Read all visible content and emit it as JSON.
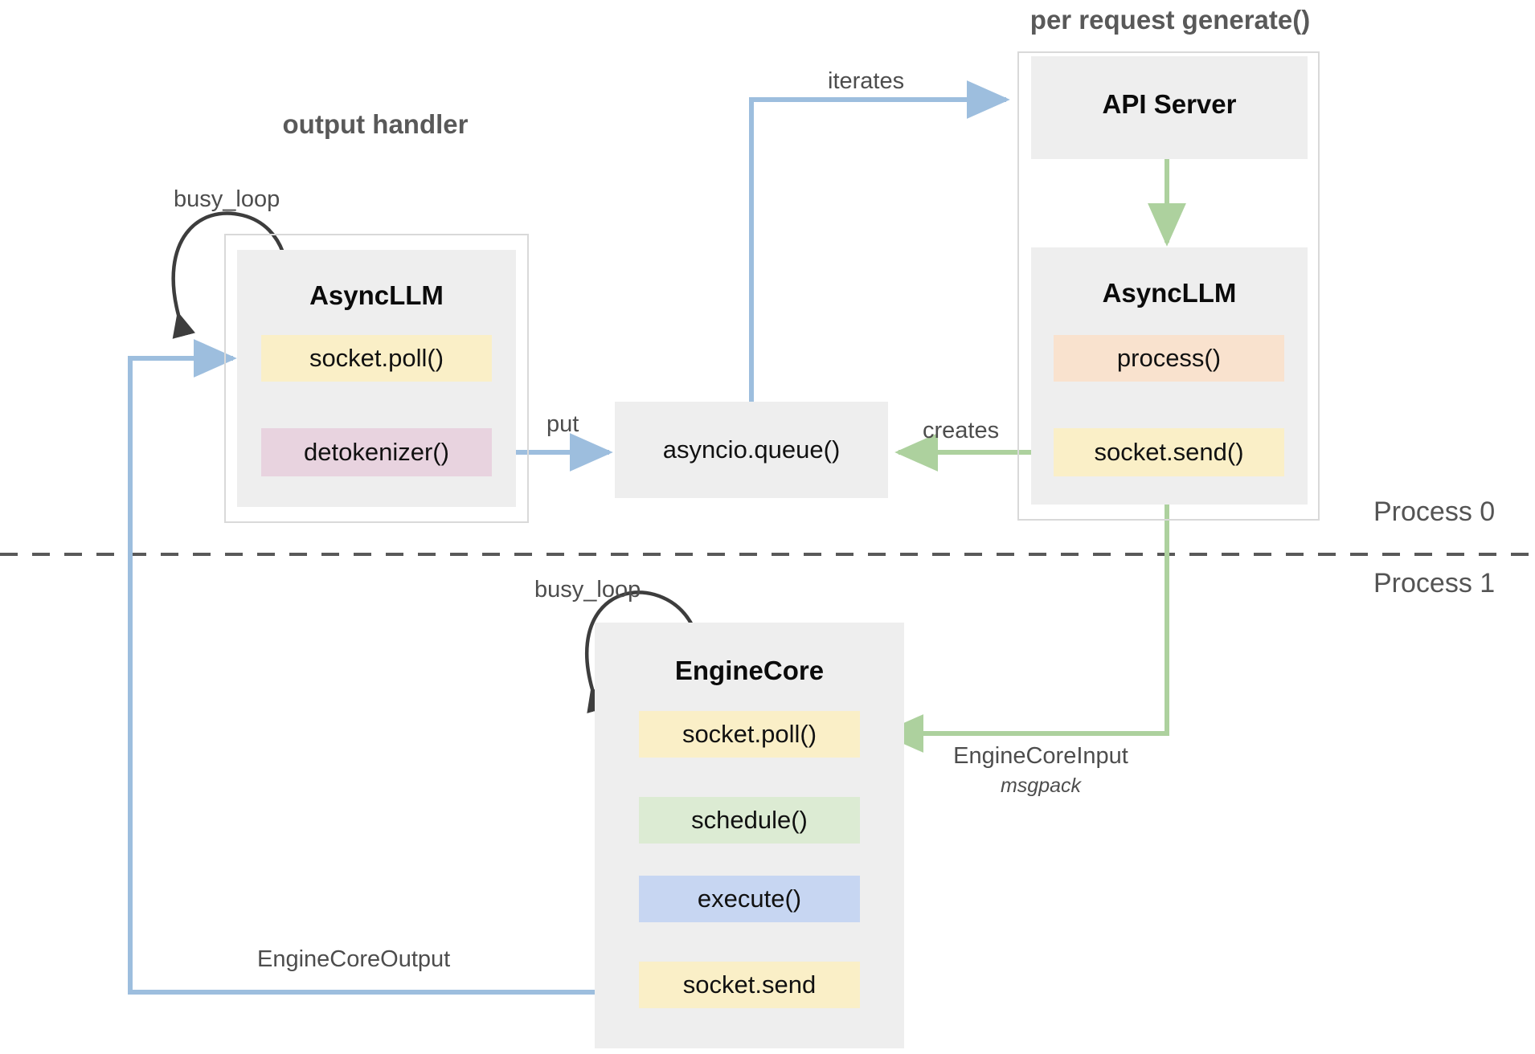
{
  "diagram": {
    "title_left": "output handler",
    "title_right": "per request generate()",
    "process_top": "Process 0",
    "process_bottom": "Process 1"
  },
  "colors": {
    "blue_arrow": "#9DBEDE",
    "green_arrow": "#ADD19E",
    "dark_arrow": "#3D3D3D",
    "box_gray": "#EEEEEE",
    "frame_border": "#D9D9D9",
    "chip_yellow": "#FAEFC7",
    "chip_pink": "#E8D3DF",
    "chip_peach": "#F9E2CE",
    "chip_green": "#DCEBD3",
    "chip_blue": "#C7D6F2",
    "title_gray": "#595959",
    "divider": "#595959"
  },
  "output_handler": {
    "component_title": "AsyncLLM",
    "chips": [
      {
        "label": "socket.poll()",
        "color": "chip_yellow"
      },
      {
        "label": "detokenizer()",
        "color": "chip_pink"
      }
    ],
    "loop_label": "busy_loop"
  },
  "queue": {
    "label": "asyncio.queue()"
  },
  "api_group": {
    "server_title": "API Server",
    "component_title": "AsyncLLM",
    "chips": [
      {
        "label": "process()",
        "color": "chip_peach"
      },
      {
        "label": "socket.send()",
        "color": "chip_yellow"
      }
    ]
  },
  "engine_core": {
    "component_title": "EngineCore",
    "loop_label": "busy_loop",
    "chips": [
      {
        "label": "socket.poll()",
        "color": "chip_yellow"
      },
      {
        "label": "schedule()",
        "color": "chip_green"
      },
      {
        "label": "execute()",
        "color": "chip_blue"
      },
      {
        "label": "socket.send",
        "color": "chip_yellow"
      }
    ]
  },
  "edges": [
    {
      "id": "iterates",
      "label": "iterates"
    },
    {
      "id": "put",
      "label": "put"
    },
    {
      "id": "creates",
      "label": "creates"
    },
    {
      "id": "engine_core_input",
      "label": "EngineCoreInput",
      "sublabel": "msgpack"
    },
    {
      "id": "engine_core_output",
      "label": "EngineCoreOutput"
    }
  ]
}
